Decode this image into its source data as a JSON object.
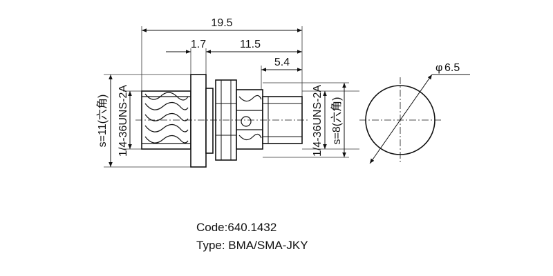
{
  "dimensions": {
    "overall_length": "19.5",
    "flange_thickness": "1.7",
    "rear_length": "11.5",
    "pin_length": "5.4",
    "diameter": "6.5",
    "diameter_prefix": "φ",
    "left_thread": "1/4-36UNS-2A",
    "left_hex": "s=11(六角)",
    "right_thread": "1/4-36UNS-2A",
    "right_hex": "s=8(六角)"
  },
  "caption": {
    "code": "Code:640.1432",
    "type": "Type: BMA/SMA-JKY"
  },
  "colors": {
    "line": "#111111",
    "thin": "#333333"
  }
}
